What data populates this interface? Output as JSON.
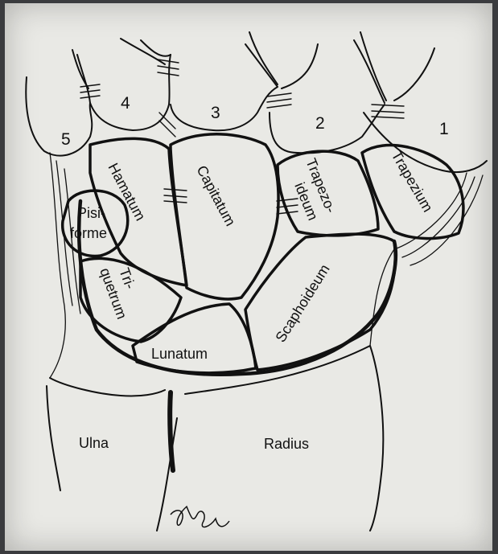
{
  "figure": {
    "metacarpals": [
      "1",
      "2",
      "3",
      "4",
      "5"
    ],
    "bones": {
      "trapezium": "Trapezium",
      "trapezoideum": [
        "Trapezo-",
        "ideum"
      ],
      "capitatum": "Capitatum",
      "hamatum": "Hamatum",
      "pisiforme": [
        "Pisi-",
        "forme"
      ],
      "triquetrum": [
        "Tri-",
        "quetrum"
      ],
      "lunatum": "Lunatum",
      "scaphoideum": "Scaphoideum",
      "ulna": "Ulna",
      "radius": "Radius"
    },
    "signature": "JMG"
  },
  "colors": {
    "paper": "#e9e9e5",
    "ink": "#111111",
    "background": "#3a3b3e"
  }
}
